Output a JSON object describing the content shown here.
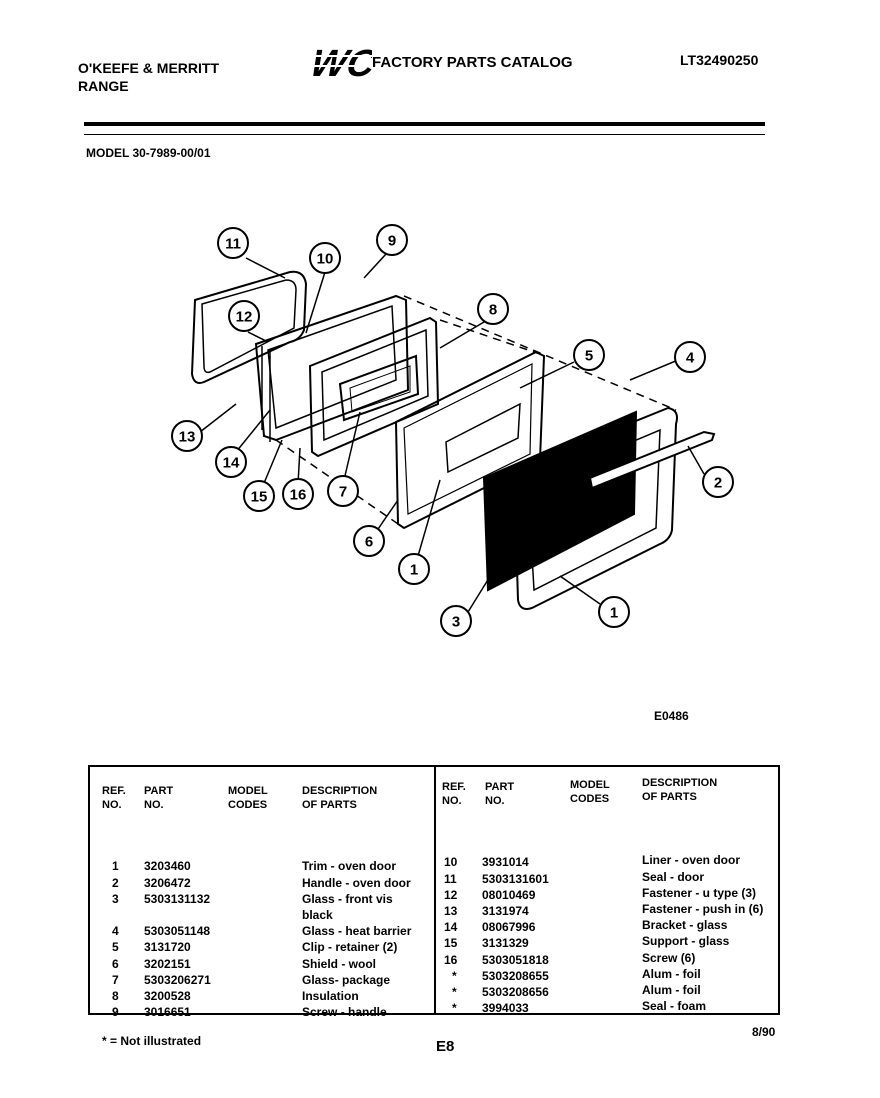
{
  "header": {
    "brand_line1": "O'KEEFE & MERRITT",
    "brand_line2": "RANGE",
    "logo_text": "WCI",
    "catalog_title": "FACTORY PARTS CATALOG",
    "catalog_number": "LT32490250",
    "model": "MODEL 30-7989-00/01"
  },
  "diagram": {
    "figure_code": "E0486",
    "callouts": [
      "11",
      "10",
      "9",
      "12",
      "8",
      "5",
      "4",
      "13",
      "14",
      "15",
      "16",
      "7",
      "6",
      "1",
      "2",
      "3",
      "1"
    ]
  },
  "table": {
    "headers": {
      "ref": [
        "REF.",
        "NO."
      ],
      "part": [
        "PART",
        "NO."
      ],
      "model": [
        "MODEL",
        "CODES"
      ],
      "desc": [
        "DESCRIPTION",
        "OF PARTS"
      ]
    },
    "left": {
      "ref": [
        "1",
        "2",
        "3",
        "",
        "4",
        "5",
        "6",
        "7",
        "8",
        "9"
      ],
      "part": [
        "3203460",
        "3206472",
        "5303131132",
        "",
        "5303051148",
        "3131720",
        "3202151",
        "5303206271",
        "3200528",
        "3016651"
      ],
      "desc": [
        "Trim - oven door",
        "Handle - oven door",
        "Glass - front vis",
        "black",
        "Glass - heat barrier",
        "Clip - retainer (2)",
        "Shield - wool",
        "Glass- package",
        "Insulation",
        "Screw - handle"
      ]
    },
    "right": {
      "ref": [
        "10",
        "11",
        "12",
        "13",
        "14",
        "15",
        "16",
        "*",
        "*",
        "*"
      ],
      "part": [
        "3931014",
        "5303131601",
        "08010469",
        "3131974",
        "08067996",
        "3131329",
        "5303051818",
        "5303208655",
        "5303208656",
        "3994033"
      ],
      "desc": [
        "Liner - oven door",
        "Seal - door",
        "Fastener - u type (3)",
        "Fastener - push in (6)",
        "Bracket - glass",
        "Support - glass",
        "Screw (6)",
        "Alum - foil",
        "Alum - foil",
        "Seal - foam"
      ]
    }
  },
  "footer": {
    "note": "* = Not illustrated",
    "page": "E8",
    "date": "8/90"
  }
}
